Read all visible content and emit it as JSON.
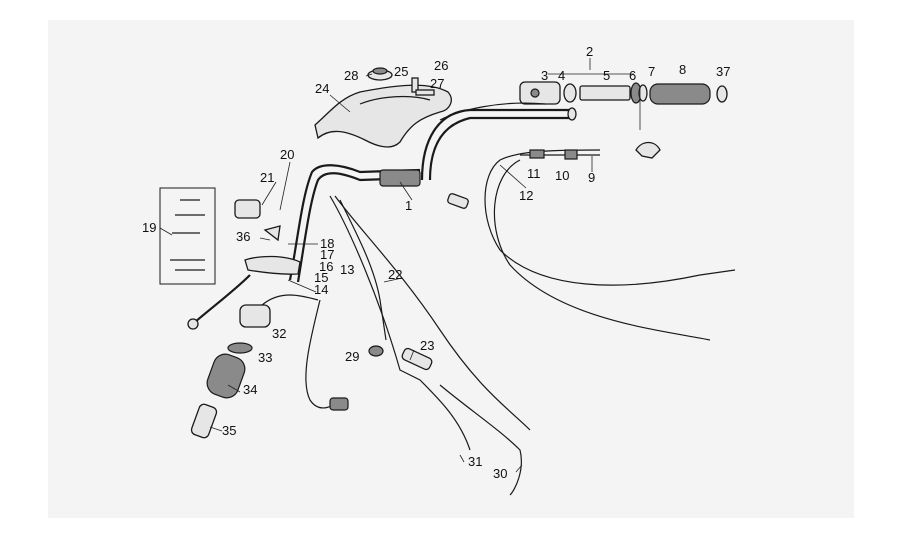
{
  "callouts": [
    {
      "id": "c1",
      "text": "1"
    },
    {
      "id": "c2",
      "text": "2"
    },
    {
      "id": "c3",
      "text": "3"
    },
    {
      "id": "c4",
      "text": "4"
    },
    {
      "id": "c5",
      "text": "5"
    },
    {
      "id": "c6",
      "text": "6"
    },
    {
      "id": "c7",
      "text": "7"
    },
    {
      "id": "c8",
      "text": "8"
    },
    {
      "id": "c9",
      "text": "9"
    },
    {
      "id": "c10",
      "text": "10"
    },
    {
      "id": "c11",
      "text": "11"
    },
    {
      "id": "c12",
      "text": "12"
    },
    {
      "id": "c13",
      "text": "13"
    },
    {
      "id": "c14",
      "text": "14"
    },
    {
      "id": "c15",
      "text": "15"
    },
    {
      "id": "c16",
      "text": "16"
    },
    {
      "id": "c17",
      "text": "17"
    },
    {
      "id": "c18",
      "text": "18"
    },
    {
      "id": "c19",
      "text": "19"
    },
    {
      "id": "c20",
      "text": "20"
    },
    {
      "id": "c21",
      "text": "21"
    },
    {
      "id": "c22",
      "text": "22"
    },
    {
      "id": "c23",
      "text": "23"
    },
    {
      "id": "c24",
      "text": "24"
    },
    {
      "id": "c25",
      "text": "25"
    },
    {
      "id": "c26",
      "text": "26"
    },
    {
      "id": "c27",
      "text": "27"
    },
    {
      "id": "c28",
      "text": "28"
    },
    {
      "id": "c29",
      "text": "29"
    },
    {
      "id": "c30",
      "text": "30"
    },
    {
      "id": "c31",
      "text": "31"
    },
    {
      "id": "c32",
      "text": "32"
    },
    {
      "id": "c33",
      "text": "33"
    },
    {
      "id": "c34",
      "text": "34"
    },
    {
      "id": "c35",
      "text": "35"
    },
    {
      "id": "c36",
      "text": "36"
    },
    {
      "id": "c37",
      "text": "37"
    }
  ],
  "colors": {
    "paper": "#f4f4f4",
    "ink": "#1a1a1a",
    "part_fill": "#e6e6e6"
  }
}
